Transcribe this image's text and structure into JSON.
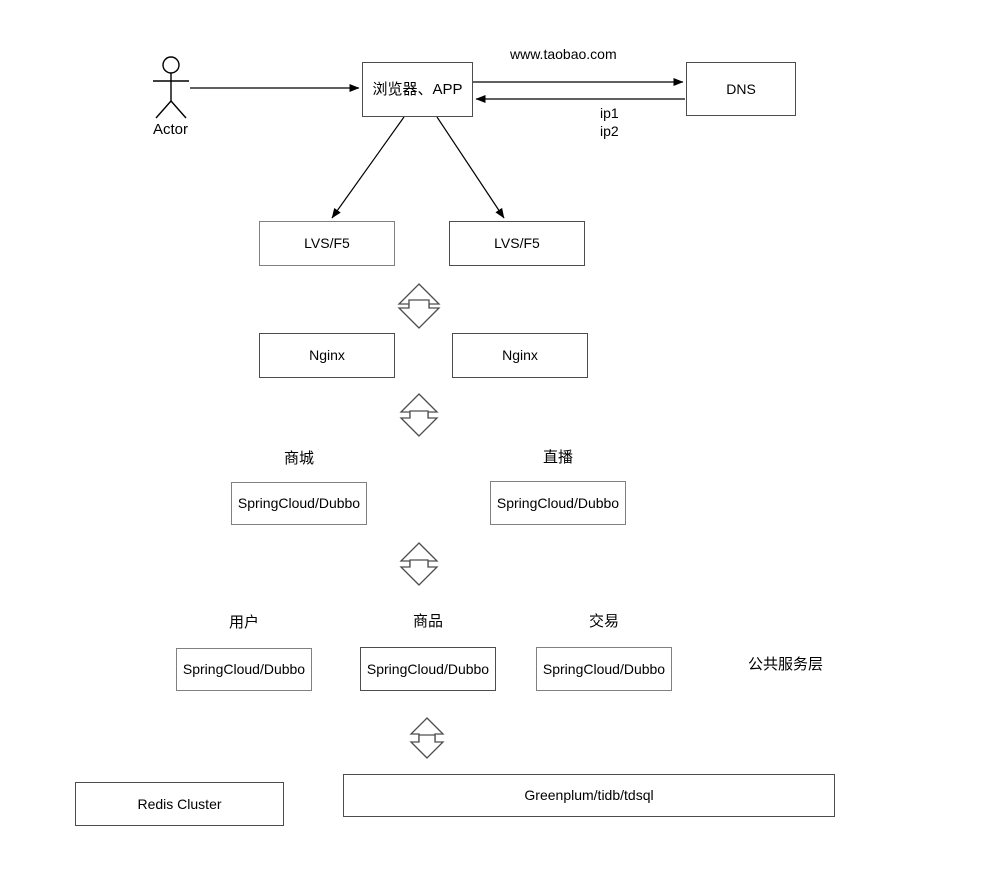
{
  "diagram": {
    "title": "Taobao-style layered architecture diagram",
    "background_color": "#ffffff",
    "line_color": "#4d4d4d",
    "text_color": "#000000"
  },
  "actor": {
    "label": "Actor",
    "icon": "stick-figure-actor-icon"
  },
  "nodes": {
    "browser": {
      "label": "浏览器、APP"
    },
    "dns": {
      "label": "DNS"
    },
    "lvs_left": {
      "label": "LVS/F5"
    },
    "lvs_right": {
      "label": "LVS/F5"
    },
    "nginx_left": {
      "label": "Nginx"
    },
    "nginx_right": {
      "label": "Nginx"
    },
    "mall_service": {
      "label": "SpringCloud/Dubbo"
    },
    "live_service": {
      "label": "SpringCloud/Dubbo"
    },
    "user_service": {
      "label": "SpringCloud/Dubbo"
    },
    "product_service": {
      "label": "SpringCloud/Dubbo"
    },
    "trade_service": {
      "label": "SpringCloud/Dubbo"
    },
    "redis": {
      "label": "Redis Cluster"
    },
    "database": {
      "label": "Greenplum/tidb/tdsql"
    }
  },
  "captions": {
    "mall": "商城",
    "live": "直播",
    "user": "用户",
    "product": "商品",
    "trade": "交易",
    "public_service_layer": "公共服务层"
  },
  "edge_labels": {
    "domain": "www.taobao.com",
    "ip_list": "ip1\nip2",
    "ip1": "ip1",
    "ip2": "ip2"
  }
}
